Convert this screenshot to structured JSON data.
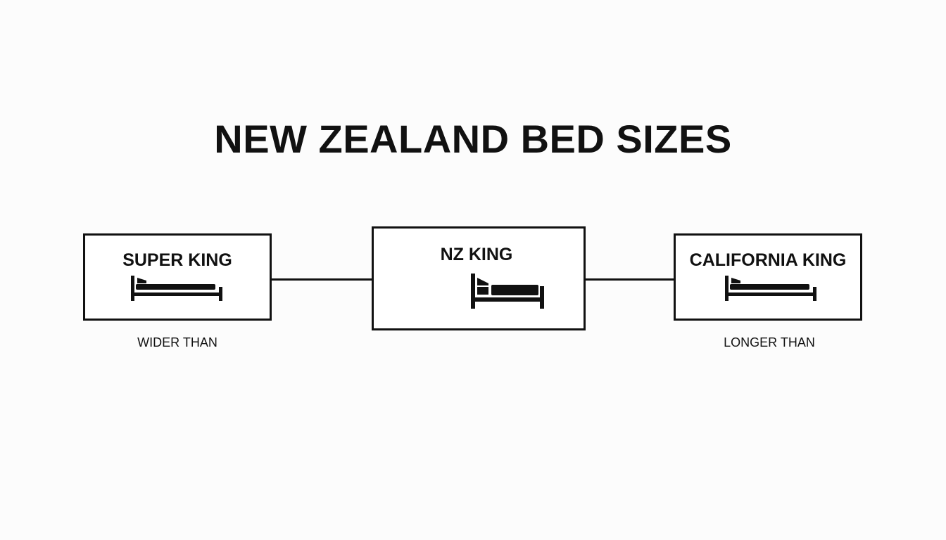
{
  "title": "NEW ZEALAND BED SIZES",
  "boxes": {
    "left": {
      "label": "SUPER KING",
      "icon": "bed-icon",
      "caption": "WIDER THAN"
    },
    "center": {
      "label": "NZ KING",
      "icon": "bed-icon"
    },
    "right": {
      "label": "CALIFORNIA KING",
      "icon": "bed-icon",
      "caption": "LONGER THAN"
    }
  },
  "colors": {
    "background": "#fcfcfc",
    "ink": "#111111",
    "box_fill": "#ffffff"
  }
}
